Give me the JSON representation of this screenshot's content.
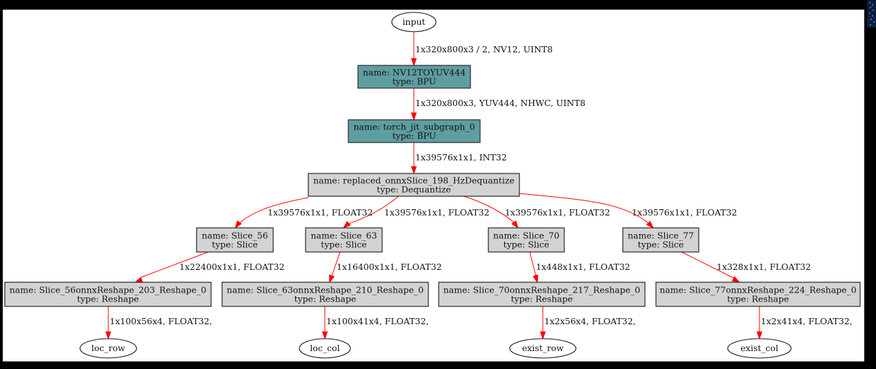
{
  "colors": {
    "bpu_fill": "#5f9ea0",
    "default_fill": "#d3d3d3",
    "edge": "#ff0000",
    "border": "#333333"
  },
  "graph": {
    "inputs": [
      {
        "id": "input",
        "label": "input"
      }
    ],
    "outputs": [
      {
        "id": "loc_row",
        "label": "loc_row"
      },
      {
        "id": "loc_col",
        "label": "loc_col"
      },
      {
        "id": "exist_row",
        "label": "exist_row"
      },
      {
        "id": "exist_col",
        "label": "exist_col"
      }
    ],
    "nodes": [
      {
        "id": "nv12",
        "name": "name: NV12TOYUV444",
        "type": "type: BPU",
        "kind": "bpu"
      },
      {
        "id": "torch",
        "name": "name: torch_jit_subgraph_0",
        "type": "type: BPU",
        "kind": "bpu"
      },
      {
        "id": "deq",
        "name": "name: replaced_onnxSlice_198_HzDequantize",
        "type": "type: Dequantize",
        "kind": "default"
      },
      {
        "id": "s56",
        "name": "name: Slice_56",
        "type": "type: Slice",
        "kind": "default"
      },
      {
        "id": "s63",
        "name": "name: Slice_63",
        "type": "type: Slice",
        "kind": "default"
      },
      {
        "id": "s70",
        "name": "name: Slice_70",
        "type": "type: Slice",
        "kind": "default"
      },
      {
        "id": "s77",
        "name": "name: Slice_77",
        "type": "type: Slice",
        "kind": "default"
      },
      {
        "id": "r56",
        "name": "name: Slice_56onnxReshape_203_Reshape_0",
        "type": "type: Reshape",
        "kind": "default"
      },
      {
        "id": "r63",
        "name": "name: Slice_63onnxReshape_210_Reshape_0",
        "type": "type: Reshape",
        "kind": "default"
      },
      {
        "id": "r70",
        "name": "name: Slice_70onnxReshape_217_Reshape_0",
        "type": "type: Reshape",
        "kind": "default"
      },
      {
        "id": "r77",
        "name": "name: Slice_77onnxReshape_224_Reshape_0",
        "type": "type: Reshape",
        "kind": "default"
      }
    ],
    "edges": [
      {
        "from": "input",
        "to": "nv12",
        "label": "1x320x800x3 / 2, NV12, UINT8"
      },
      {
        "from": "nv12",
        "to": "torch",
        "label": "1x320x800x3, YUV444, NHWC, UINT8"
      },
      {
        "from": "torch",
        "to": "deq",
        "label": "1x39576x1x1, INT32"
      },
      {
        "from": "deq",
        "to": "s56",
        "label": "1x39576x1x1, FLOAT32"
      },
      {
        "from": "deq",
        "to": "s63",
        "label": "1x39576x1x1, FLOAT32"
      },
      {
        "from": "deq",
        "to": "s70",
        "label": "1x39576x1x1, FLOAT32"
      },
      {
        "from": "deq",
        "to": "s77",
        "label": "1x39576x1x1, FLOAT32"
      },
      {
        "from": "s56",
        "to": "r56",
        "label": "1x22400x1x1, FLOAT32"
      },
      {
        "from": "s63",
        "to": "r63",
        "label": "1x16400x1x1, FLOAT32"
      },
      {
        "from": "s70",
        "to": "r70",
        "label": "1x448x1x1, FLOAT32"
      },
      {
        "from": "s77",
        "to": "r77",
        "label": "1x328x1x1, FLOAT32"
      },
      {
        "from": "r56",
        "to": "loc_row",
        "label": "1x100x56x4, FLOAT32,"
      },
      {
        "from": "r63",
        "to": "loc_col",
        "label": "1x100x41x4, FLOAT32,"
      },
      {
        "from": "r70",
        "to": "exist_row",
        "label": "1x2x56x4, FLOAT32,"
      },
      {
        "from": "r77",
        "to": "exist_col",
        "label": "1x2x41x4, FLOAT32,"
      }
    ]
  }
}
